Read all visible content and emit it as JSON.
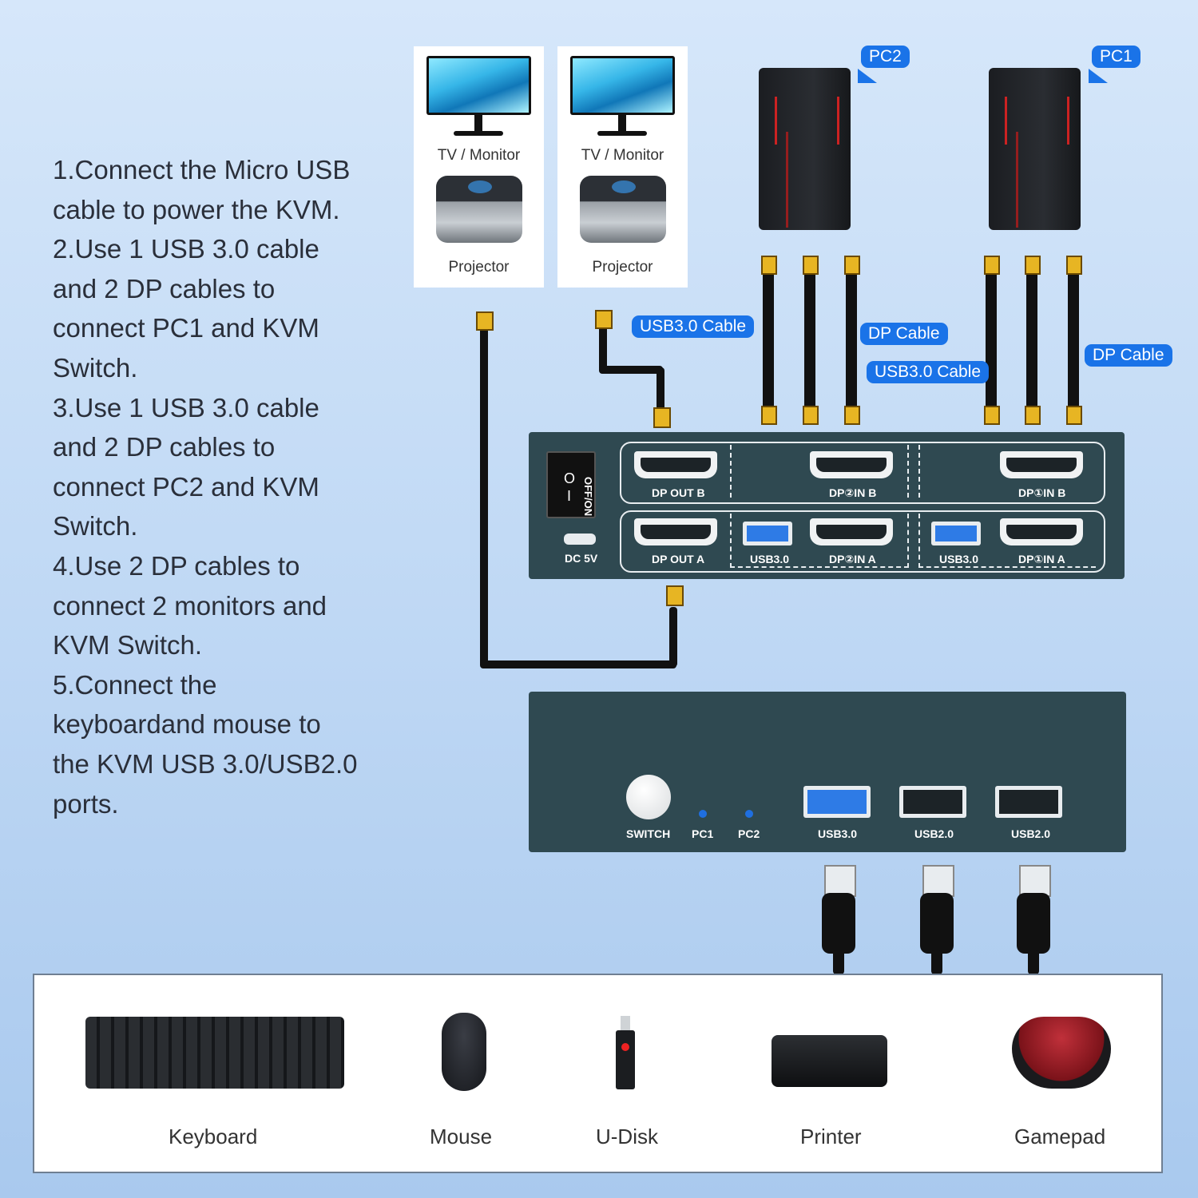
{
  "instructions": [
    "1.Connect the Micro USB\ncable to power the KVM.",
    "2.Use 1 USB 3.0 cable\nand 2 DP cables to\nconnect PC1 and KVM\nSwitch.",
    "3.Use 1 USB 3.0 cable\nand 2 DP cables to\nconnect PC2 and KVM\nSwitch.",
    "4.Use 2 DP cables to\nconnect 2 monitors and\nKVM Switch.",
    "5.Connect the\nkeyboardand mouse to\nthe KVM USB 3.0/USB2.0\nports."
  ],
  "displays": [
    {
      "monitor_label": "TV / Monitor",
      "projector_label": "Projector"
    },
    {
      "monitor_label": "TV / Monitor",
      "projector_label": "Projector"
    }
  ],
  "pcs": {
    "pc2": "PC2",
    "pc1": "PC1"
  },
  "cable_tags": {
    "usb_left": "USB3.0 Cable",
    "dp_mid": "DP Cable",
    "usb_right": "USB3.0 Cable",
    "dp_right": "DP Cable"
  },
  "kvm_back": {
    "power_switch_label": "OFF/ON",
    "power_symbols": {
      "off": "O",
      "on": "I"
    },
    "dc_label": "DC 5V",
    "ports": {
      "dp_out_b": "DP OUT B",
      "dp2_in_b": "DP②IN B",
      "dp1_in_b": "DP①IN B",
      "dp_out_a": "DP OUT A",
      "usb3_pc2": "USB3.0",
      "dp2_in_a": "DP②IN A",
      "usb3_pc1": "USB3.0",
      "dp1_in_a": "DP①IN A"
    }
  },
  "kvm_front": {
    "switch_label": "SWITCH",
    "led_pc1": "PC1",
    "led_pc2": "PC2",
    "usb1": "USB3.0",
    "usb2": "USB2.0",
    "usb3": "USB2.0"
  },
  "devices": {
    "keyboard": "Keyboard",
    "mouse": "Mouse",
    "udisk": "U-Disk",
    "printer": "Printer",
    "gamepad": "Gamepad"
  },
  "colors": {
    "tag_blue": "#1a73e8",
    "kvm_body": "#2f4951",
    "plug_gold": "#e7b523"
  }
}
